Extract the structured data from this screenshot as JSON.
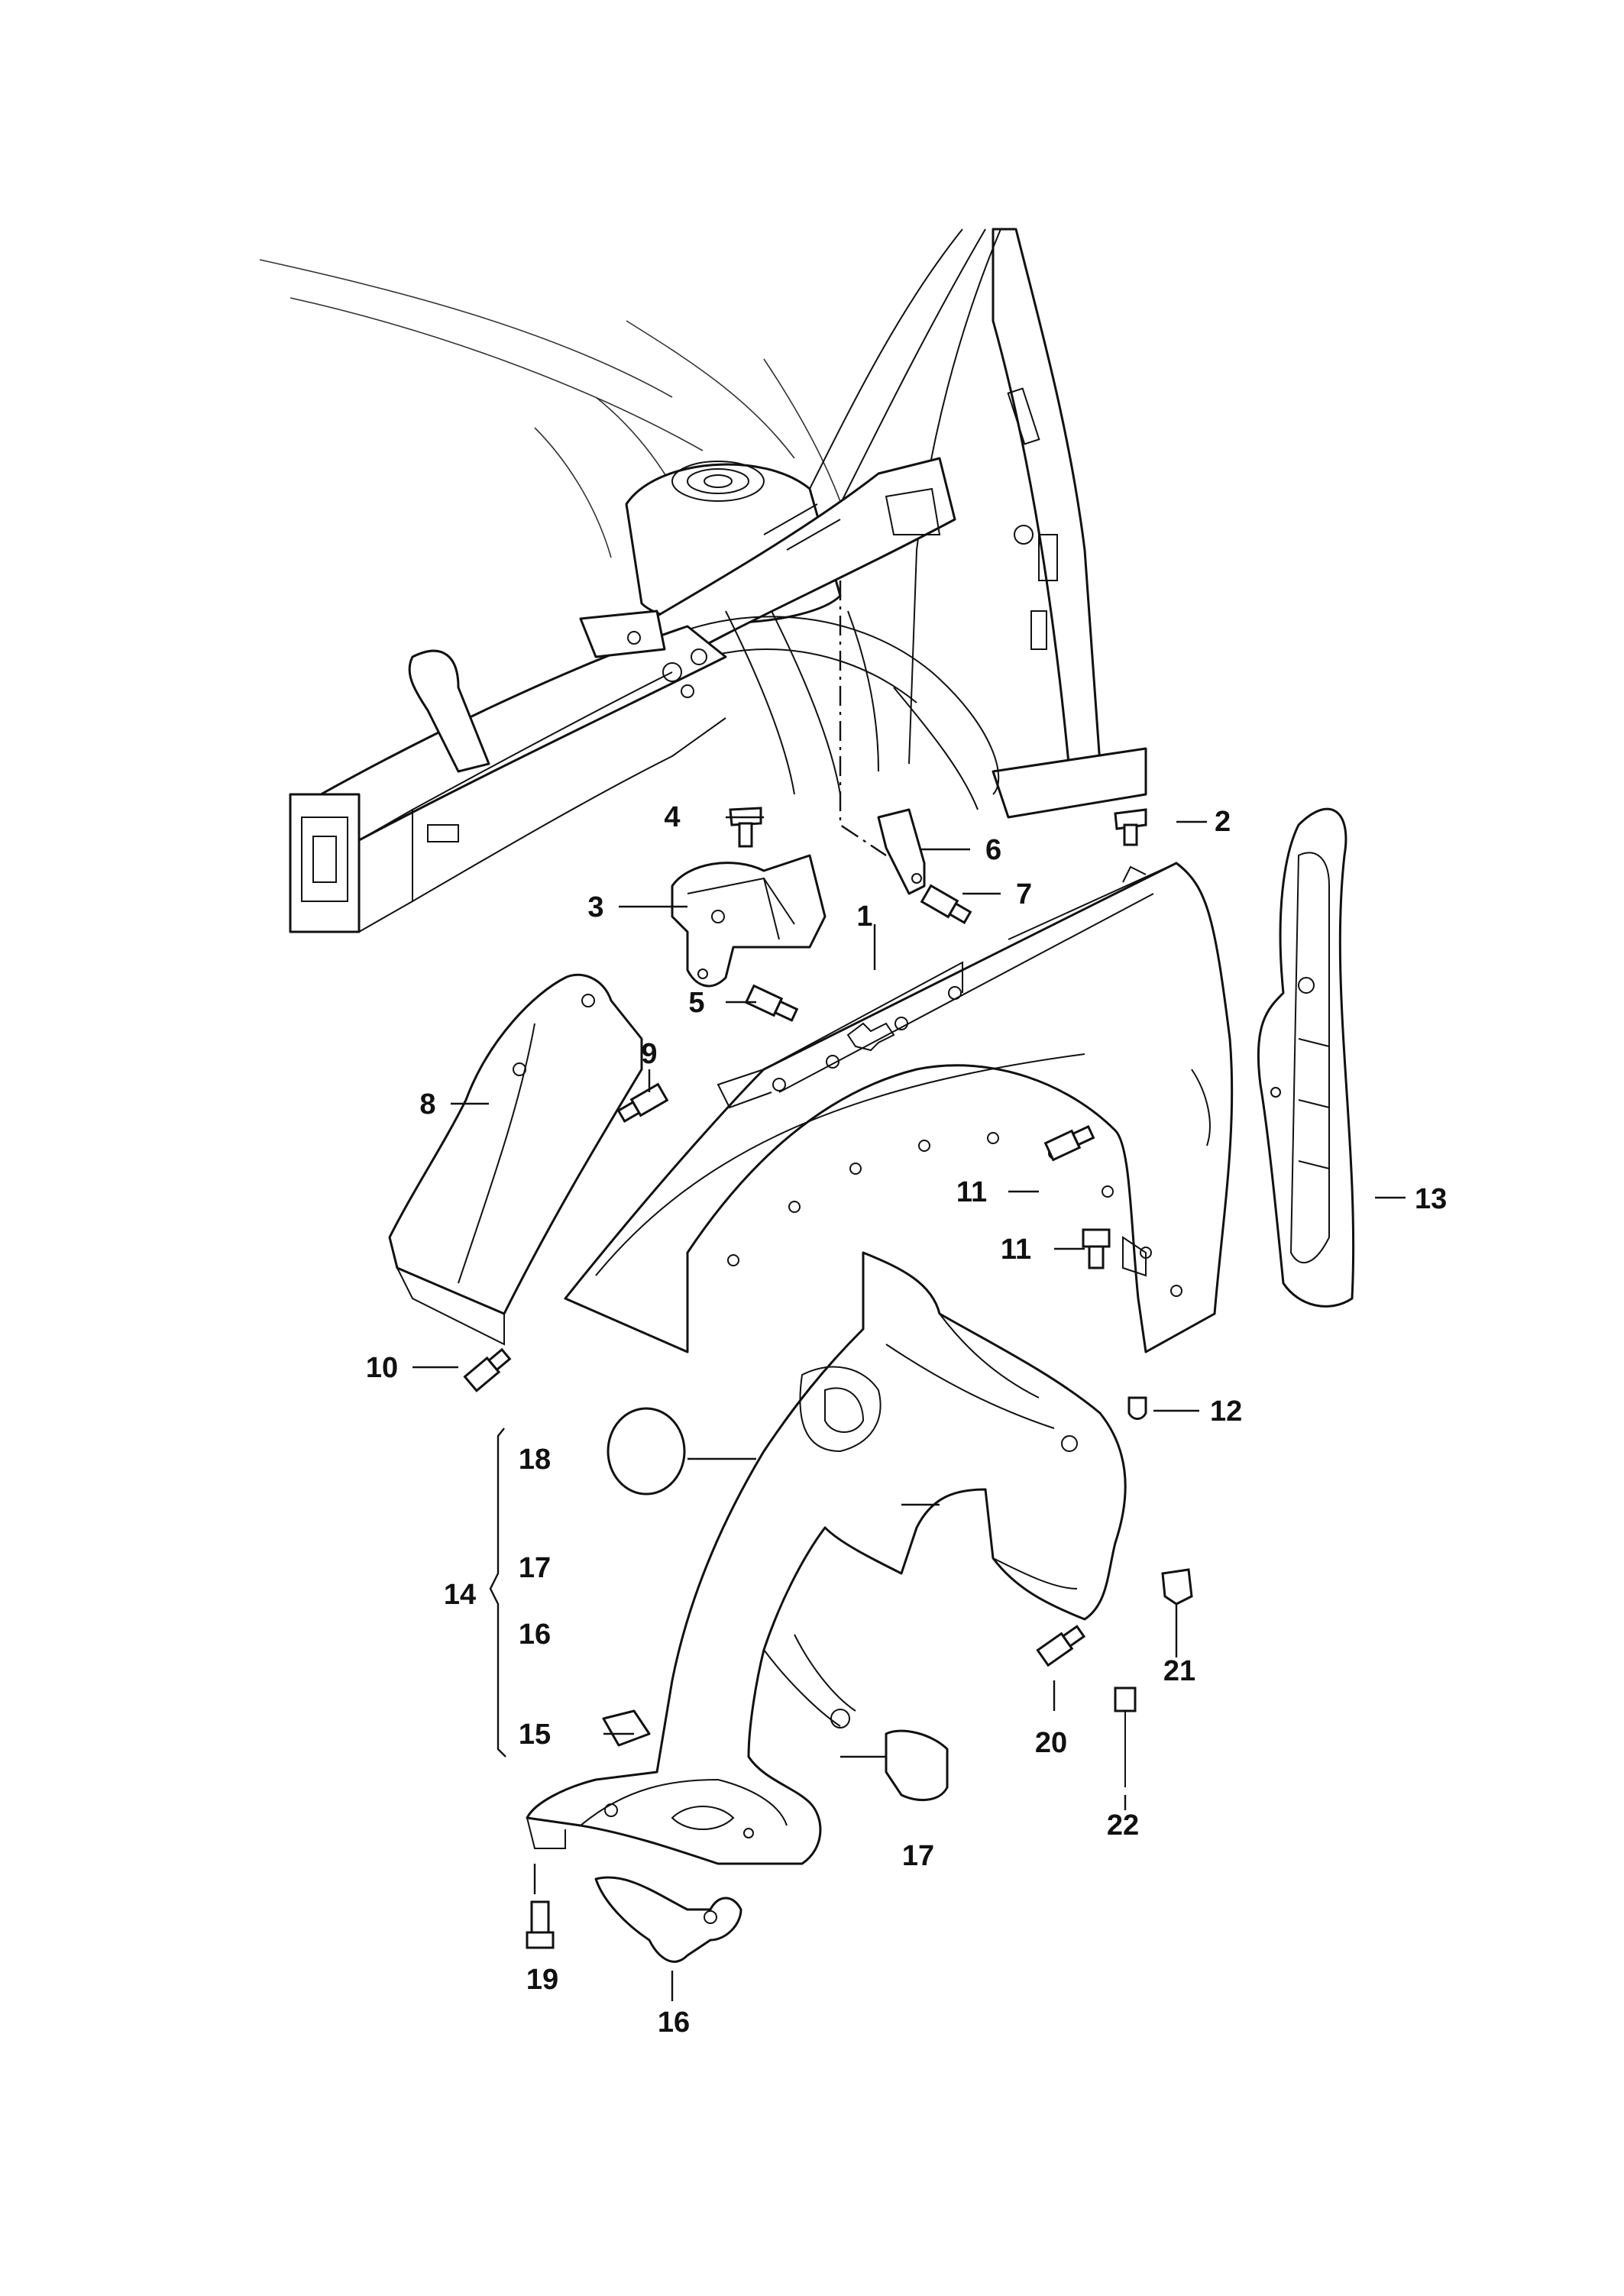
{
  "callouts": [
    {
      "id": "c1",
      "text": "1"
    },
    {
      "id": "c2",
      "text": "2"
    },
    {
      "id": "c3",
      "text": "3"
    },
    {
      "id": "c4",
      "text": "4"
    },
    {
      "id": "c5",
      "text": "5"
    },
    {
      "id": "c6",
      "text": "6"
    },
    {
      "id": "c7",
      "text": "7"
    },
    {
      "id": "c8",
      "text": "8"
    },
    {
      "id": "c9",
      "text": "9"
    },
    {
      "id": "c10",
      "text": "10"
    },
    {
      "id": "c11a",
      "text": "11"
    },
    {
      "id": "c11b",
      "text": "11"
    },
    {
      "id": "c12",
      "text": "12"
    },
    {
      "id": "c13",
      "text": "13"
    },
    {
      "id": "c14",
      "text": "14"
    },
    {
      "id": "c15",
      "text": "15"
    },
    {
      "id": "c16a",
      "text": "16"
    },
    {
      "id": "c16b",
      "text": "16"
    },
    {
      "id": "c17a",
      "text": "17"
    },
    {
      "id": "c17b",
      "text": "17"
    },
    {
      "id": "c18",
      "text": "18"
    },
    {
      "id": "c19",
      "text": "19"
    },
    {
      "id": "c20",
      "text": "20"
    },
    {
      "id": "c21",
      "text": "21"
    },
    {
      "id": "c22",
      "text": "22"
    }
  ],
  "colors": {
    "line": "#111111",
    "background": "#ffffff"
  }
}
